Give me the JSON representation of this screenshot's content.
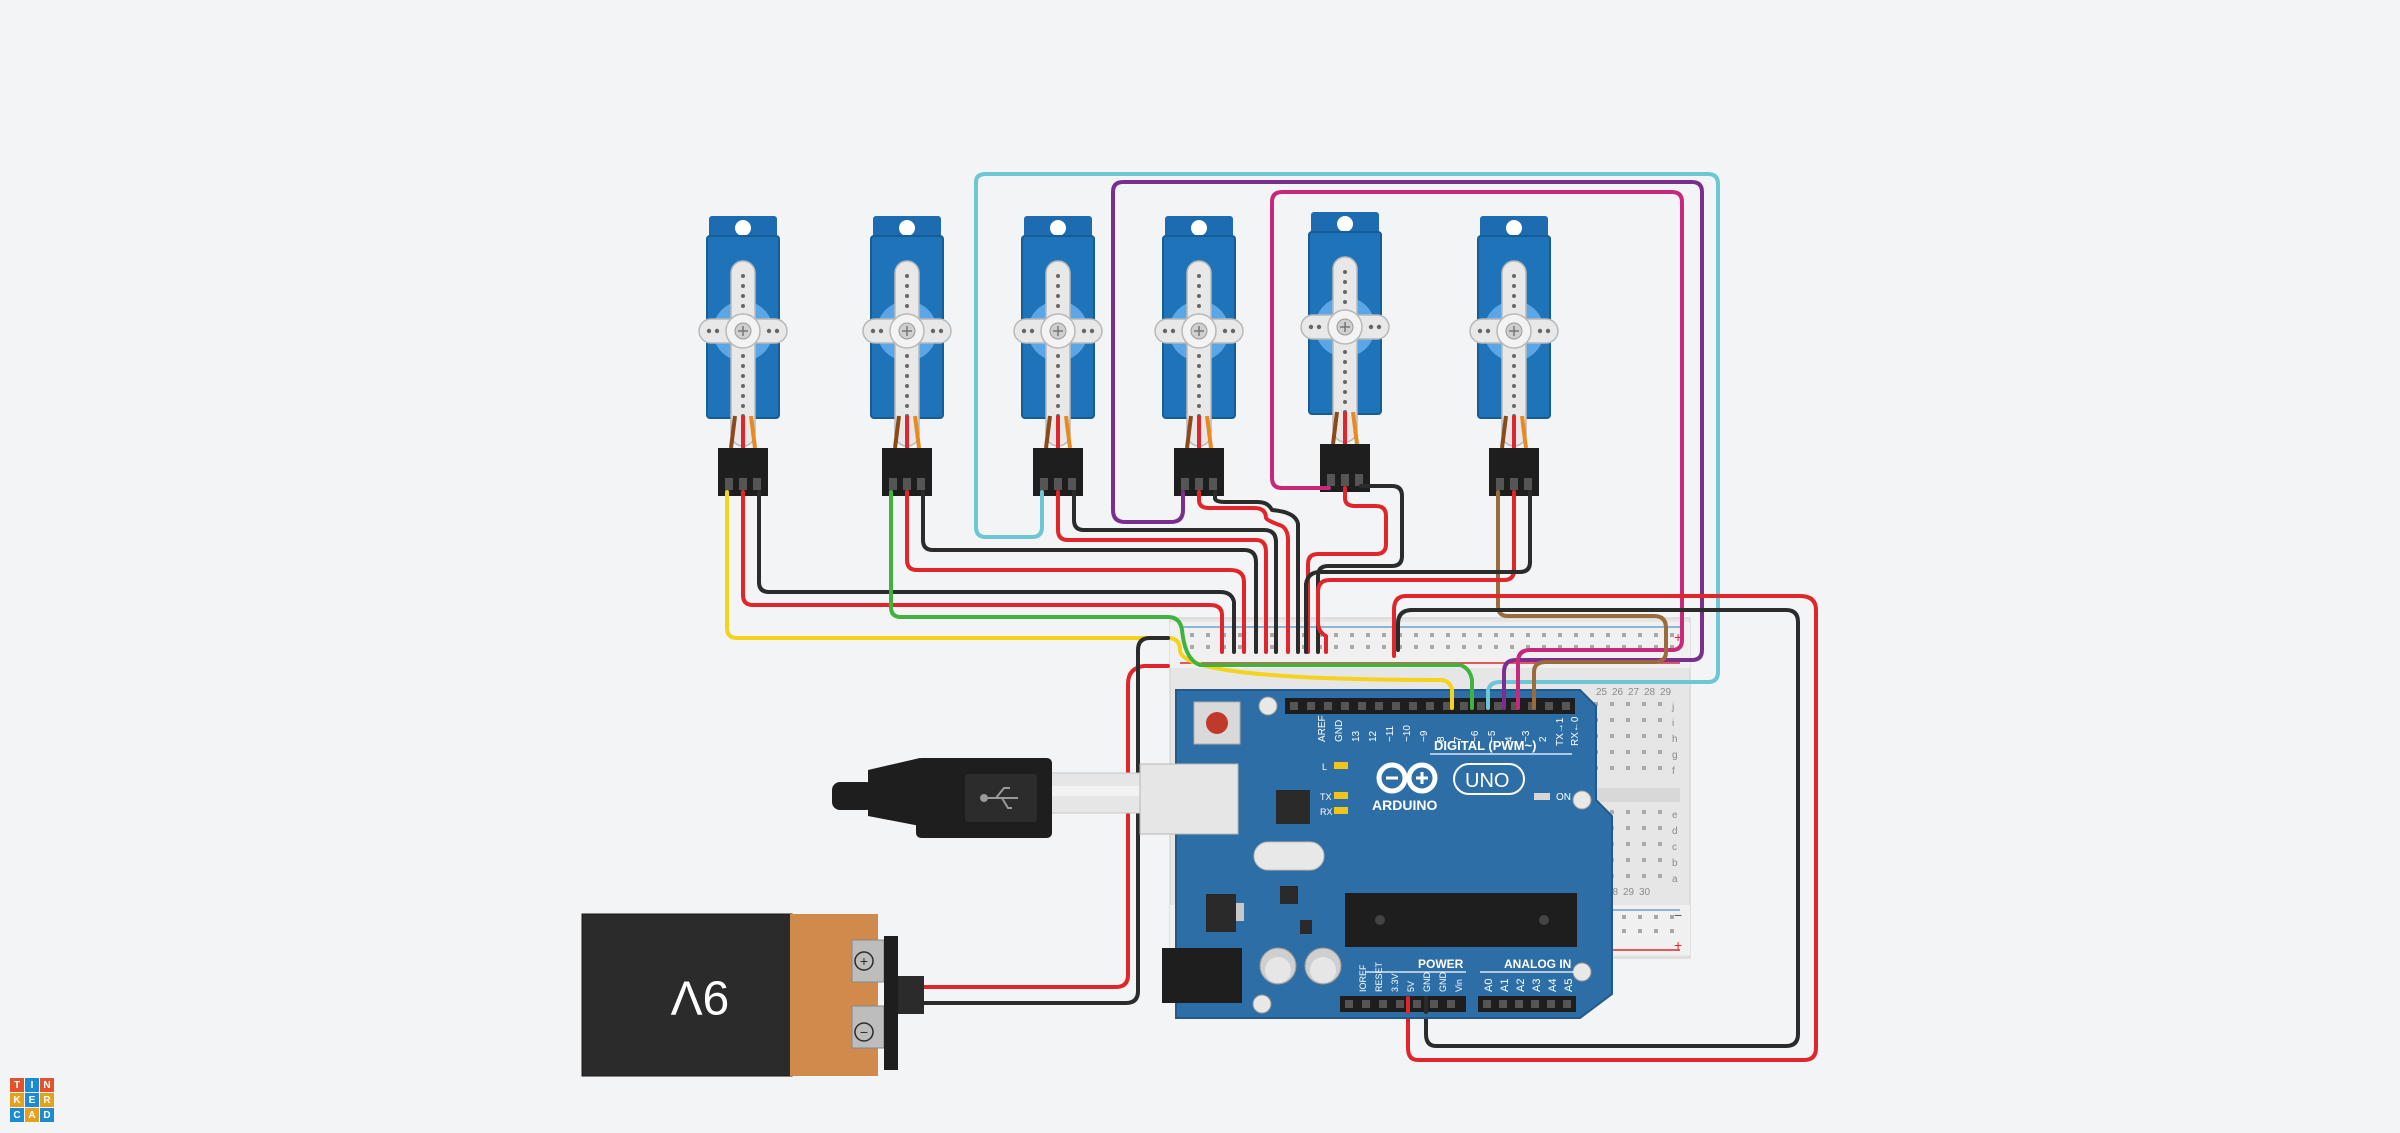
{
  "battery": {
    "label": "9V",
    "plus": "+",
    "minus": "−"
  },
  "arduino": {
    "brand": "ARDUINO",
    "model": "UNO",
    "digital_header": "DIGITAL (PWM~)",
    "power_header": "POWER",
    "analog_header": "ANALOG IN",
    "on_label": "ON",
    "led_labels": [
      "L",
      "TX",
      "RX"
    ],
    "digital_pins": [
      "AREF",
      "GND",
      "13",
      "12",
      "~11",
      "~10",
      "~9",
      "8",
      "7",
      "~6",
      "~5",
      "4",
      "~3",
      "2",
      "TX→1",
      "RX←0"
    ],
    "power_pins": [
      "IOREF",
      "RESET",
      "3.3V",
      "5V",
      "GND",
      "GND",
      "Vin"
    ],
    "analog_pins": [
      "A0",
      "A1",
      "A2",
      "A3",
      "A4",
      "A5"
    ]
  },
  "breadboard": {
    "row_letters_top": [
      "j",
      "i",
      "h",
      "g",
      "f"
    ],
    "row_letters_bottom": [
      "e",
      "d",
      "c",
      "b",
      "a"
    ],
    "col_numbers": [
      "25",
      "26",
      "27",
      "28",
      "29",
      "30"
    ],
    "rail_plus": "+",
    "rail_minus": "−"
  },
  "servos": {
    "count": 6
  },
  "colors": {
    "servo_blue": "#1f73b8",
    "arduino_blue": "#2e6ea6",
    "wire_red": "#e0262b",
    "wire_black": "#2b2b2b",
    "wire_yellow": "#f5d21b",
    "wire_green": "#3fb33d",
    "wire_cyan": "#6cc6d4",
    "wire_purple": "#7a2e8e",
    "wire_magenta": "#c8287c",
    "wire_brown": "#9a6b3c",
    "battery_copper": "#d08a4b"
  },
  "logo": {
    "letters": [
      "T",
      "I",
      "N",
      "K",
      "E",
      "R",
      "C",
      "A",
      "D"
    ]
  }
}
